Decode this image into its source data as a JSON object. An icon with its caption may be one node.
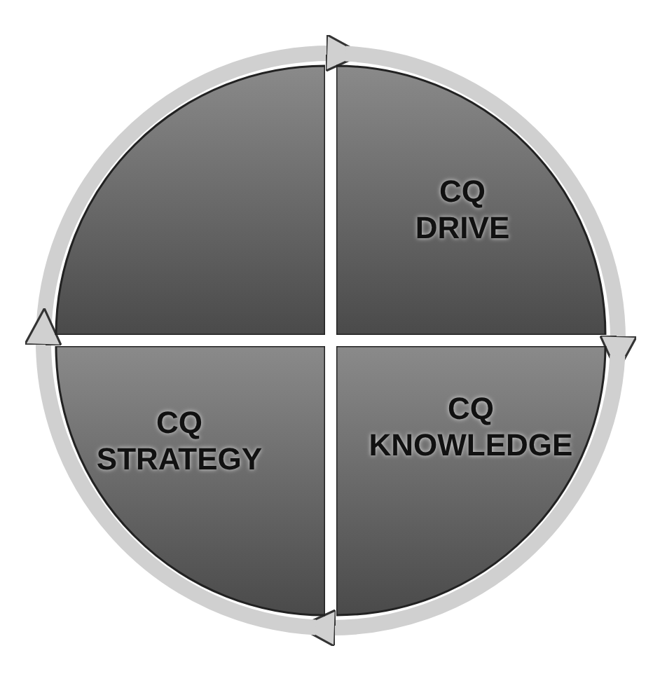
{
  "diagram": {
    "nodes": [
      {
        "text": [],
        "shape": "sector"
      },
      {
        "text": [
          "CQ DRIVE"
        ]
      },
      {
        "text": [
          "CQ STRATEGY"
        ]
      },
      {
        "text": [
          "CQ KNOWLEDGE"
        ]
      }
    ],
    "edges": [
      {
        "from": 0,
        "to": 1,
        "arrow": "to"
      },
      {
        "from": 1,
        "to": 3,
        "arrow": "to"
      },
      {
        "from": 3,
        "to": 2,
        "arrow": "to"
      },
      {
        "from": 2,
        "to": 0,
        "arrow": "to"
      }
    ]
  }
}
